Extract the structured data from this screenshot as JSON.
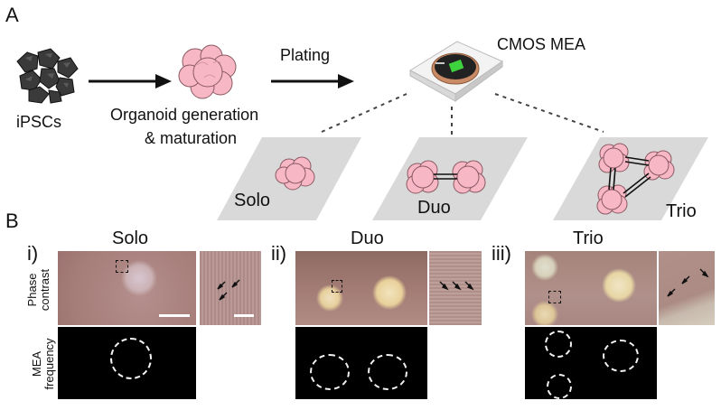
{
  "panel_a": {
    "letter": "A",
    "ipsc_label": "iPSCs",
    "organoid_label_line1": "Organoid generation",
    "organoid_label_line2": "& maturation",
    "plating_label": "Plating",
    "cmos_label": "CMOS MEA",
    "configs": [
      "Solo",
      "Duo",
      "Trio"
    ]
  },
  "panel_b": {
    "letter": "B",
    "columns": [
      {
        "numeral": "i)",
        "title": "Solo"
      },
      {
        "numeral": "ii)",
        "title": "Duo"
      },
      {
        "numeral": "iii)",
        "title": "Trio"
      }
    ],
    "row_labels": {
      "phase_line1": "Phase",
      "phase_line2": "contrast",
      "mea_line1": "MEA",
      "mea_line2": "frequency"
    }
  },
  "colors": {
    "organoid_fill": "#f7b7c4",
    "organoid_stroke": "#8a5a63",
    "plate_gray": "#d9d9d9",
    "ipsc_gray": "#3a3a3a",
    "phase_bg": "#b08a86"
  }
}
